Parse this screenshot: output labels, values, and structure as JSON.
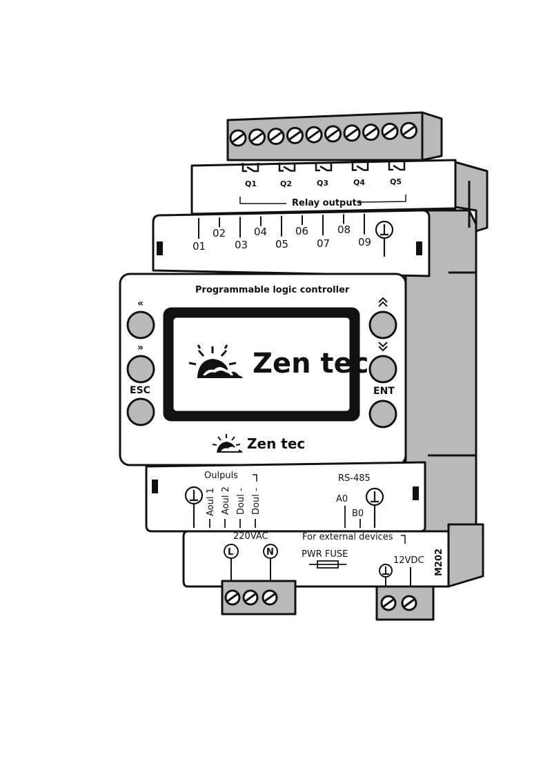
{
  "device": {
    "model": "M202",
    "title": "Programmable logic controller",
    "brand": "Zen tec"
  },
  "relay": {
    "caption": "Relay outputs",
    "outputs": [
      "Q1",
      "Q2",
      "Q3",
      "Q4",
      "Q5"
    ]
  },
  "inputs": {
    "terminals_low": [
      "01",
      "03",
      "05",
      "07",
      "09"
    ],
    "terminals_high": [
      "02",
      "04",
      "06",
      "08"
    ]
  },
  "buttons": {
    "left_up_symbol": "«",
    "left_down_symbol": "»",
    "esc_label": "ESC",
    "right_up_symbol": "⌃",
    "right_down_symbol": "⌄",
    "ent_label": "ENT"
  },
  "outputs_block": {
    "caption": "Oulpuls",
    "terminals": [
      "Aoul 1",
      "Aoul 2",
      "Doul -",
      "Doul -"
    ]
  },
  "rs485": {
    "caption": "RS-485",
    "a_label": "A0",
    "b_label": "B0"
  },
  "power": {
    "voltage": "220VAC",
    "l_label": "L",
    "n_label": "N",
    "external_caption": "For external devices",
    "fuse_label": "PWR FUSE",
    "dc_label": "12VDC"
  }
}
